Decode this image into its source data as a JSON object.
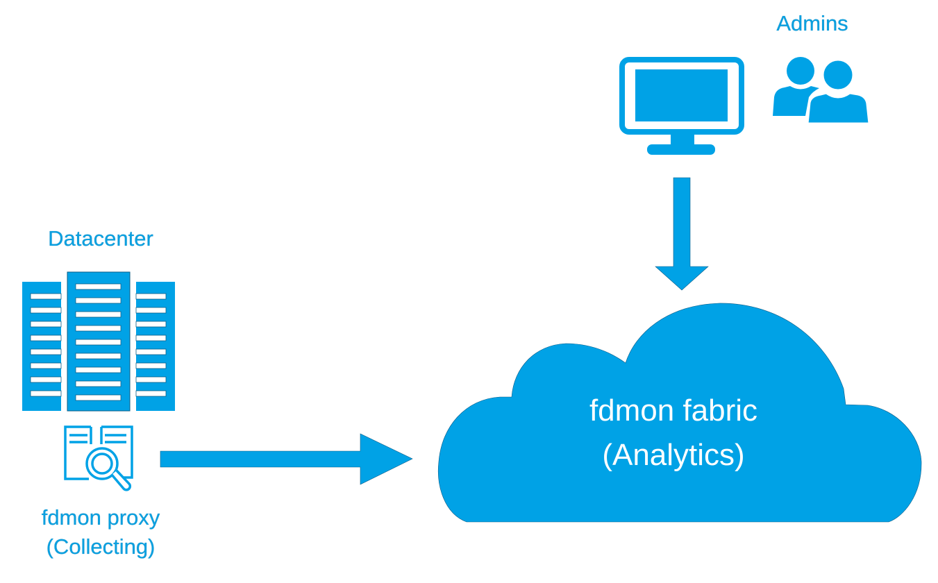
{
  "diagram": {
    "title": "fdmon architecture",
    "accent_color": "#00a2e6",
    "nodes": {
      "datacenter": {
        "label": "Datacenter",
        "icon": "server-racks-icon"
      },
      "proxy": {
        "label_line1": "fdmon proxy",
        "label_line2": "(Collecting)",
        "icon": "document-search-icon"
      },
      "fabric": {
        "label_line1": "fdmon fabric",
        "label_line2": "(Analytics)",
        "icon": "cloud-icon"
      },
      "admins": {
        "label": "Admins",
        "icons": [
          "monitor-icon",
          "users-icon"
        ]
      }
    },
    "edges": [
      {
        "from": "proxy",
        "to": "fabric",
        "direction": "right"
      },
      {
        "from": "admins",
        "to": "fabric",
        "direction": "down"
      }
    ]
  }
}
